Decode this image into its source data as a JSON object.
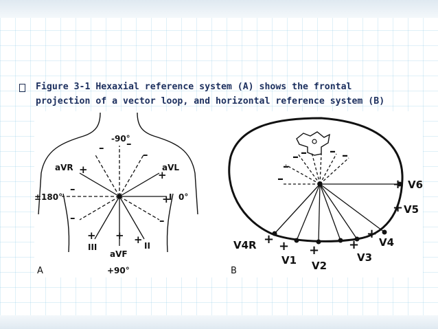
{
  "caption": {
    "line1": "Figure 3-1 Hexaxial reference system (A) shows the frontal",
    "line2": "projection of a vector loop, and horizontal reference system (B)"
  },
  "panel_a": {
    "letter": "A",
    "labels": {
      "minus90": "-90°",
      "avr": "aVR",
      "avl": "aVL",
      "deg180": "±180°",
      "lead_i": "I",
      "deg0": "0°",
      "lead_iii": "III",
      "avf": "aVF",
      "lead_ii": "II",
      "plus90": "+90°"
    }
  },
  "panel_b": {
    "letter": "B",
    "labels": {
      "v1": "V1",
      "v2": "V2",
      "v3": "V3",
      "v4": "V4",
      "v4r": "V4R",
      "v5": "V5",
      "v6": "V6"
    }
  },
  "colors": {
    "caption": "#1c2f5e",
    "line": "#111111"
  }
}
